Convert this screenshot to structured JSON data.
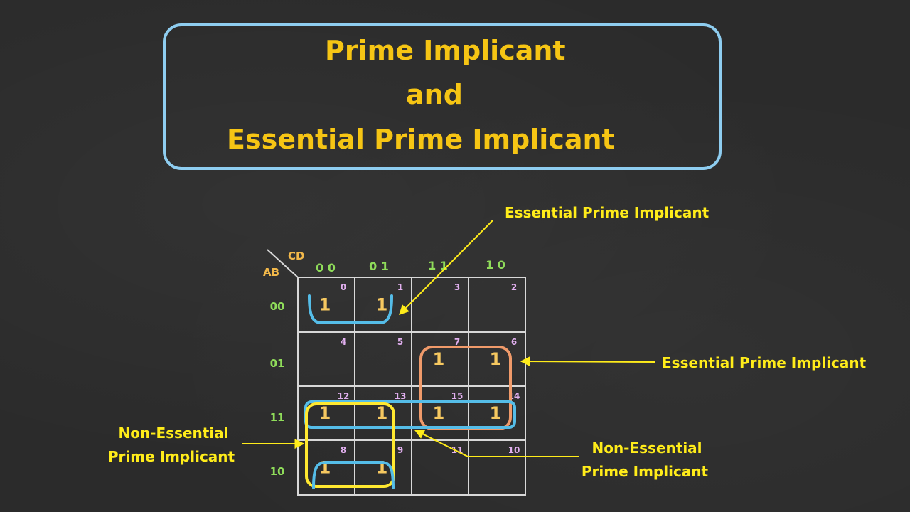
{
  "title": {
    "line1": "Prime Implicant",
    "line2": "and",
    "line3": "Essential Prime Implicant"
  },
  "kmap": {
    "row_var": "AB",
    "col_var": "CD",
    "col_headers": [
      "0 0",
      "0 1",
      "1 1",
      "1 0"
    ],
    "row_headers": [
      "00",
      "01",
      "11",
      "10"
    ],
    "cell_indices": [
      [
        "0",
        "1",
        "3",
        "2"
      ],
      [
        "4",
        "5",
        "7",
        "6"
      ],
      [
        "12",
        "13",
        "15",
        "14"
      ],
      [
        "8",
        "9",
        "11",
        "10"
      ]
    ],
    "cell_values": [
      [
        "1",
        "1",
        "",
        ""
      ],
      [
        "",
        "",
        "1",
        "1"
      ],
      [
        "1",
        "1",
        "1",
        "1"
      ],
      [
        "1",
        "1",
        "",
        ""
      ]
    ]
  },
  "groups": [
    {
      "id": "g-top",
      "cells": [
        [
          0,
          0
        ],
        [
          0,
          1
        ]
      ],
      "color": "#55bde8",
      "shape": "U-bracket"
    },
    {
      "id": "g-orange",
      "cells": [
        [
          1,
          2
        ],
        [
          1,
          3
        ],
        [
          2,
          2
        ],
        [
          2,
          3
        ]
      ],
      "color": "#f09a6a"
    },
    {
      "id": "g-row11",
      "cells": [
        [
          2,
          0
        ],
        [
          2,
          1
        ],
        [
          2,
          2
        ],
        [
          2,
          3
        ]
      ],
      "color": "#55bde8"
    },
    {
      "id": "g-yellow",
      "cells": [
        [
          2,
          0
        ],
        [
          2,
          1
        ],
        [
          3,
          0
        ],
        [
          3,
          1
        ]
      ],
      "color": "#ffe830"
    },
    {
      "id": "g-bottom",
      "cells": [
        [
          3,
          0
        ],
        [
          3,
          1
        ]
      ],
      "color": "#55bde8",
      "shape": "U-bracket"
    }
  ],
  "annotations": {
    "epi_top": "Essential Prime Implicant",
    "epi_right": "Essential Prime Implicant",
    "nepi_left_line1": "Non-Essential",
    "nepi_left_line2": "Prime Implicant",
    "nepi_right_line1": "Non-Essential",
    "nepi_right_line2": "Prime Implicant"
  },
  "colors": {
    "background": "#2b2b2b",
    "title_text": "#f6c514",
    "title_border": "#8ecdf0",
    "annotation_text": "#ffec1a",
    "header_text": "#8fdc5a",
    "var_text": "#f2b84a",
    "value_text": "#f6c860",
    "index_text": "#e2b0f0",
    "grid": "#d8d8d8"
  }
}
